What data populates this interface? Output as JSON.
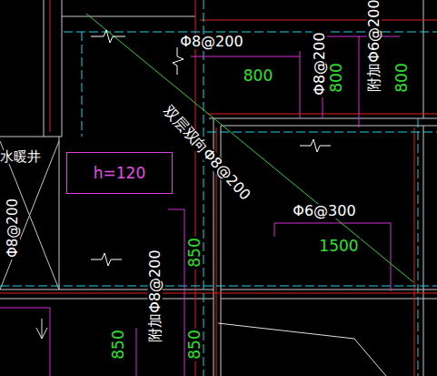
{
  "diagram": {
    "nodes": [
      {
        "text": [
          "h=120"
        ]
      }
    ],
    "labels": [
      "水暖井",
      "Φ8@200",
      "800",
      "Φ8@200",
      "800",
      "附加Φ6@200",
      "800",
      "双层双向Φ8@200",
      "Φ8@200",
      "Φ6@300",
      "1500",
      "附加Φ8@200",
      "850",
      "850",
      "850"
    ]
  }
}
